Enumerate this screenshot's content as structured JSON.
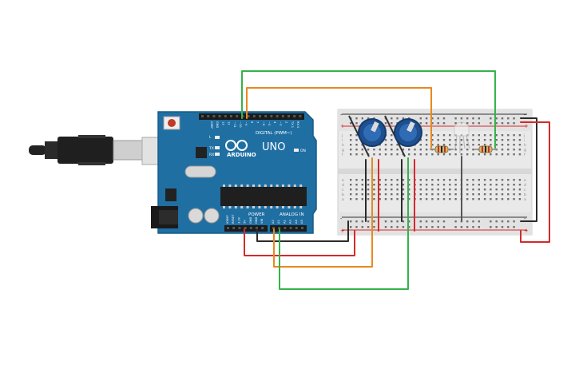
{
  "board": {
    "logo_text": "ARDUINO",
    "model_text": "UNO",
    "digital_label": "DIGITAL (PWM~)",
    "power_label": "POWER",
    "analog_label": "ANALOG IN",
    "led_on_label": "ON",
    "led_tx_label": "TX",
    "led_rx_label": "RX",
    "led_l_label": "L",
    "digital_pins": [
      "AREF",
      "GND",
      "13",
      "12",
      "~11",
      "~10",
      "~9",
      "8",
      "7",
      "~6",
      "~5",
      "4",
      "~3",
      "2",
      "TX 1",
      "RX 0"
    ],
    "power_pins": [
      "IOREF",
      "RESET",
      "3.3V",
      "5V",
      "GND",
      "GND",
      "VIN"
    ],
    "analog_pins": [
      "A0",
      "A1",
      "A2",
      "A3",
      "A4",
      "A5"
    ]
  },
  "breadboard": {
    "row_letters_top": [
      "j",
      "i",
      "h",
      "g",
      "f"
    ],
    "row_letters_bottom": [
      "e",
      "d",
      "c",
      "b",
      "a"
    ],
    "plus_sign": "+",
    "minus_sign": "-"
  },
  "colors": {
    "board_blue": "#1f6fa3",
    "wire_red": "#d42a2a",
    "wire_black": "#2b2b2b",
    "wire_orange": "#e8891e",
    "wire_green": "#36b24a",
    "wire_gray": "#555555",
    "pot_blue": "#1e4f8f"
  },
  "icons": {
    "usb": "usb-cable-icon",
    "potentiometer": "potentiometer-icon",
    "resistor": "resistor-icon",
    "led": "led-icon"
  }
}
